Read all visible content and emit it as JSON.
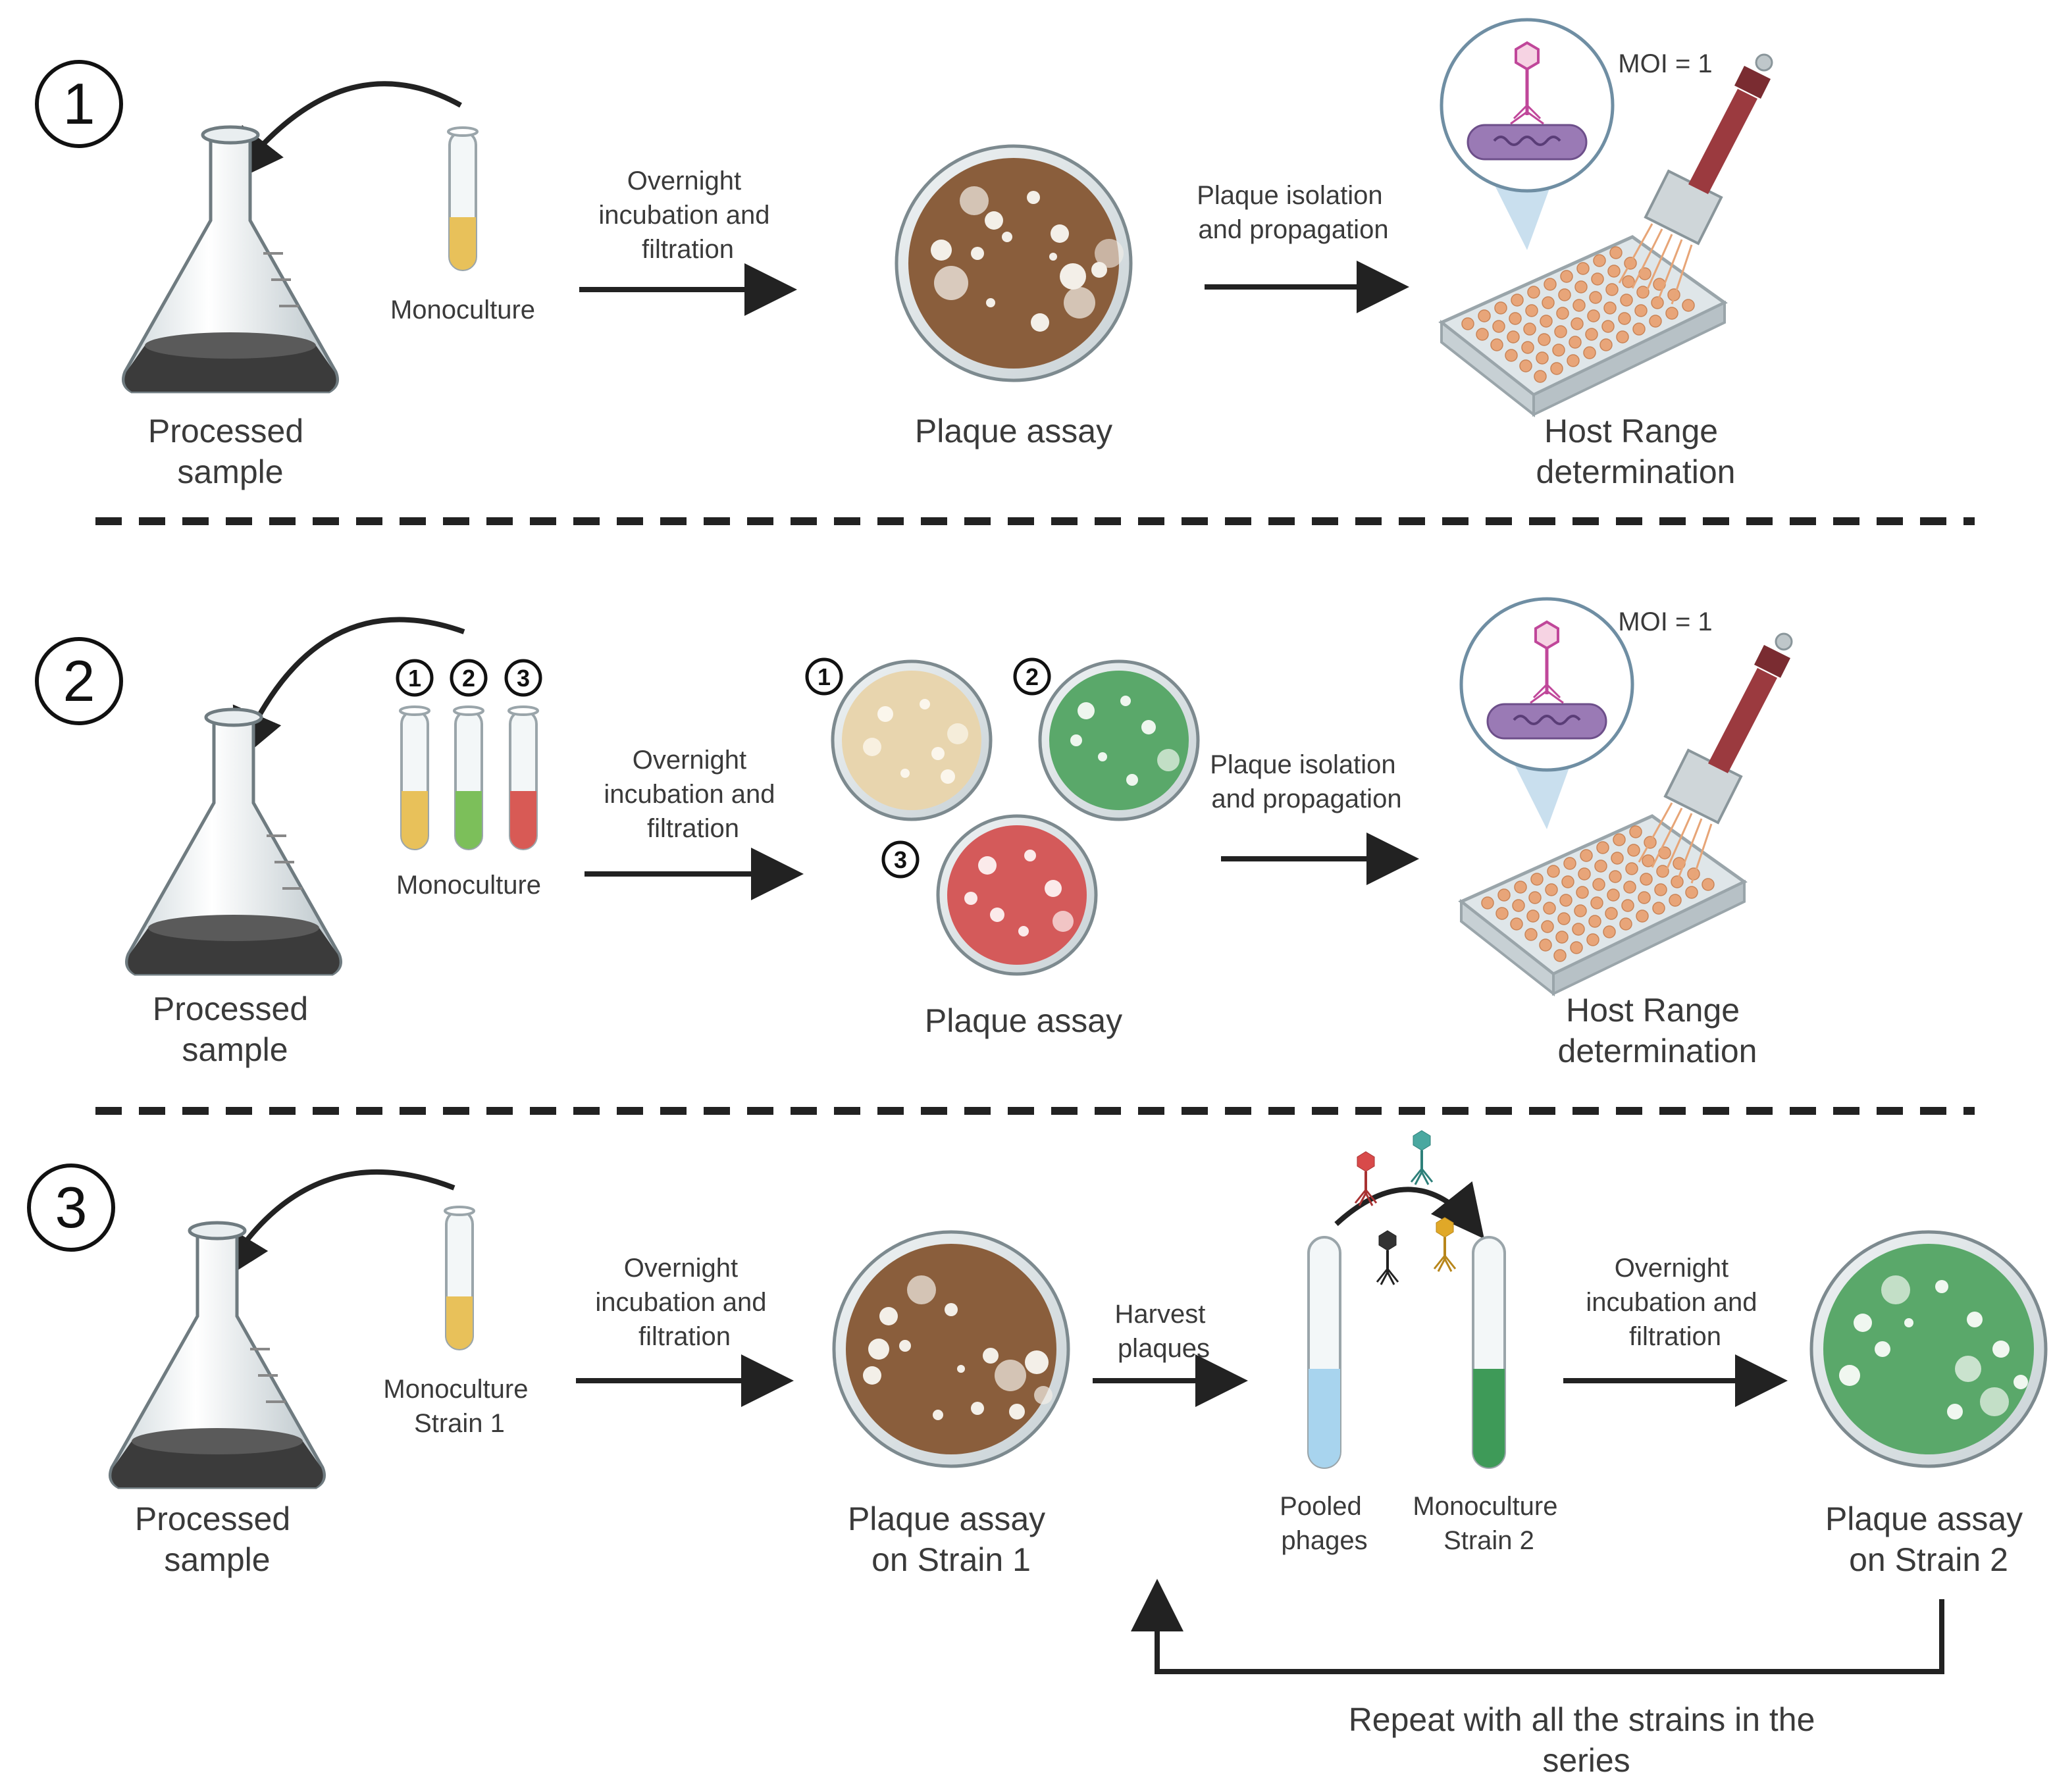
{
  "panels": [
    {
      "number": "1",
      "sample_label": [
        "Processed",
        "sample"
      ],
      "culture_label": [
        "Monoculture"
      ],
      "step1_label": [
        "Overnight",
        "incubation and",
        "filtration"
      ],
      "plate_label": [
        "Plaque assay"
      ],
      "step2_label": [
        "Plaque isolation",
        "and propagation"
      ],
      "moi_label": "MOI = 1",
      "host_label": [
        "Host Range",
        "determination"
      ]
    },
    {
      "number": "2",
      "sample_label": [
        "Processed",
        "sample"
      ],
      "culture_label": [
        "Monoculture"
      ],
      "tube_numbers": [
        "1",
        "2",
        "3"
      ],
      "step1_label": [
        "Overnight",
        "incubation and",
        "filtration"
      ],
      "plate_numbers": [
        "1",
        "2",
        "3"
      ],
      "plate_label": [
        "Plaque assay"
      ],
      "step2_label": [
        "Plaque isolation",
        "and propagation"
      ],
      "moi_label": "MOI = 1",
      "host_label": [
        "Host Range",
        "determination"
      ]
    },
    {
      "number": "3",
      "sample_label": [
        "Processed",
        "sample"
      ],
      "culture_label": [
        "Monoculture",
        "Strain 1"
      ],
      "step1_label": [
        "Overnight",
        "incubation and",
        "filtration"
      ],
      "plate1_label": [
        "Plaque assay",
        "on Strain 1"
      ],
      "harvest_label": [
        "Harvest",
        "plaques"
      ],
      "pooled_label": [
        "Pooled",
        "phages"
      ],
      "culture2_label": [
        "Monoculture",
        "Strain 2"
      ],
      "step2_label": [
        "Overnight",
        "incubation and",
        "filtration"
      ],
      "plate2_label": [
        "Plaque assay",
        "on Strain 2"
      ],
      "repeat_label": [
        "Repeat with all the strains in the",
        "series"
      ]
    }
  ],
  "colors": {
    "yellow_culture": "#e8c15a",
    "green_culture": "#7cbf5a",
    "red_culture": "#d85a55",
    "brown_plate": "#8a5e3c",
    "beige_plate": "#e8d5ae",
    "green_plate": "#5aa86a",
    "red_plate": "#d45a5a",
    "blue_phages": "#a8d4ee",
    "well_orange": "#e8a579",
    "pipette_red": "#9b3a3f",
    "bacterium_purple": "#9a7ab5",
    "phage_magenta": "#c0479a"
  }
}
